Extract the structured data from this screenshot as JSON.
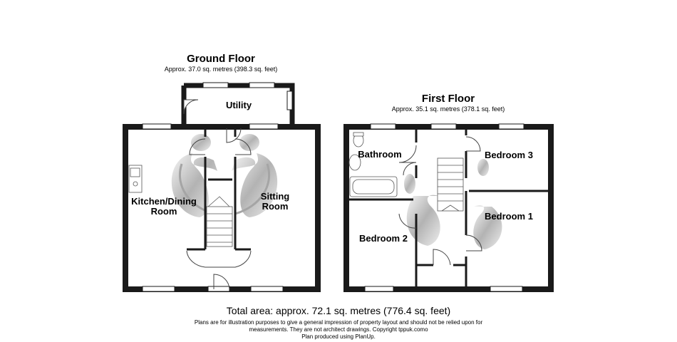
{
  "ground_floor": {
    "title": "Ground Floor",
    "area": "Approx. 37.0 sq. metres (398.3 sq. feet)",
    "rooms": {
      "utility": "Utility",
      "kitchen_line1": "Kitchen/Dining",
      "kitchen_line2": "Room",
      "sitting_line1": "Sitting",
      "sitting_line2": "Room"
    }
  },
  "first_floor": {
    "title": "First Floor",
    "area": "Approx. 35.1 sq. metres (378.1 sq. feet)",
    "rooms": {
      "bathroom": "Bathroom",
      "bedroom3": "Bedroom 3",
      "bedroom1": "Bedroom 1",
      "bedroom2": "Bedroom 2"
    }
  },
  "footer": {
    "total_area": "Total area: approx. 72.1 sq. metres (776.4 sq. feet)",
    "disclaimer_line1": "Plans are for illustration purposes to give a general impression of property layout and should not be relied upon for",
    "disclaimer_line2": "measurements. They are not architect drawings.  Copyright tppuk.como",
    "disclaimer_line3": "Plan produced using PlanUp."
  },
  "colors": {
    "wall": "#1a1a1a",
    "window": "#ffffff",
    "fixture": "#c8c8c8",
    "background": "#ffffff"
  }
}
